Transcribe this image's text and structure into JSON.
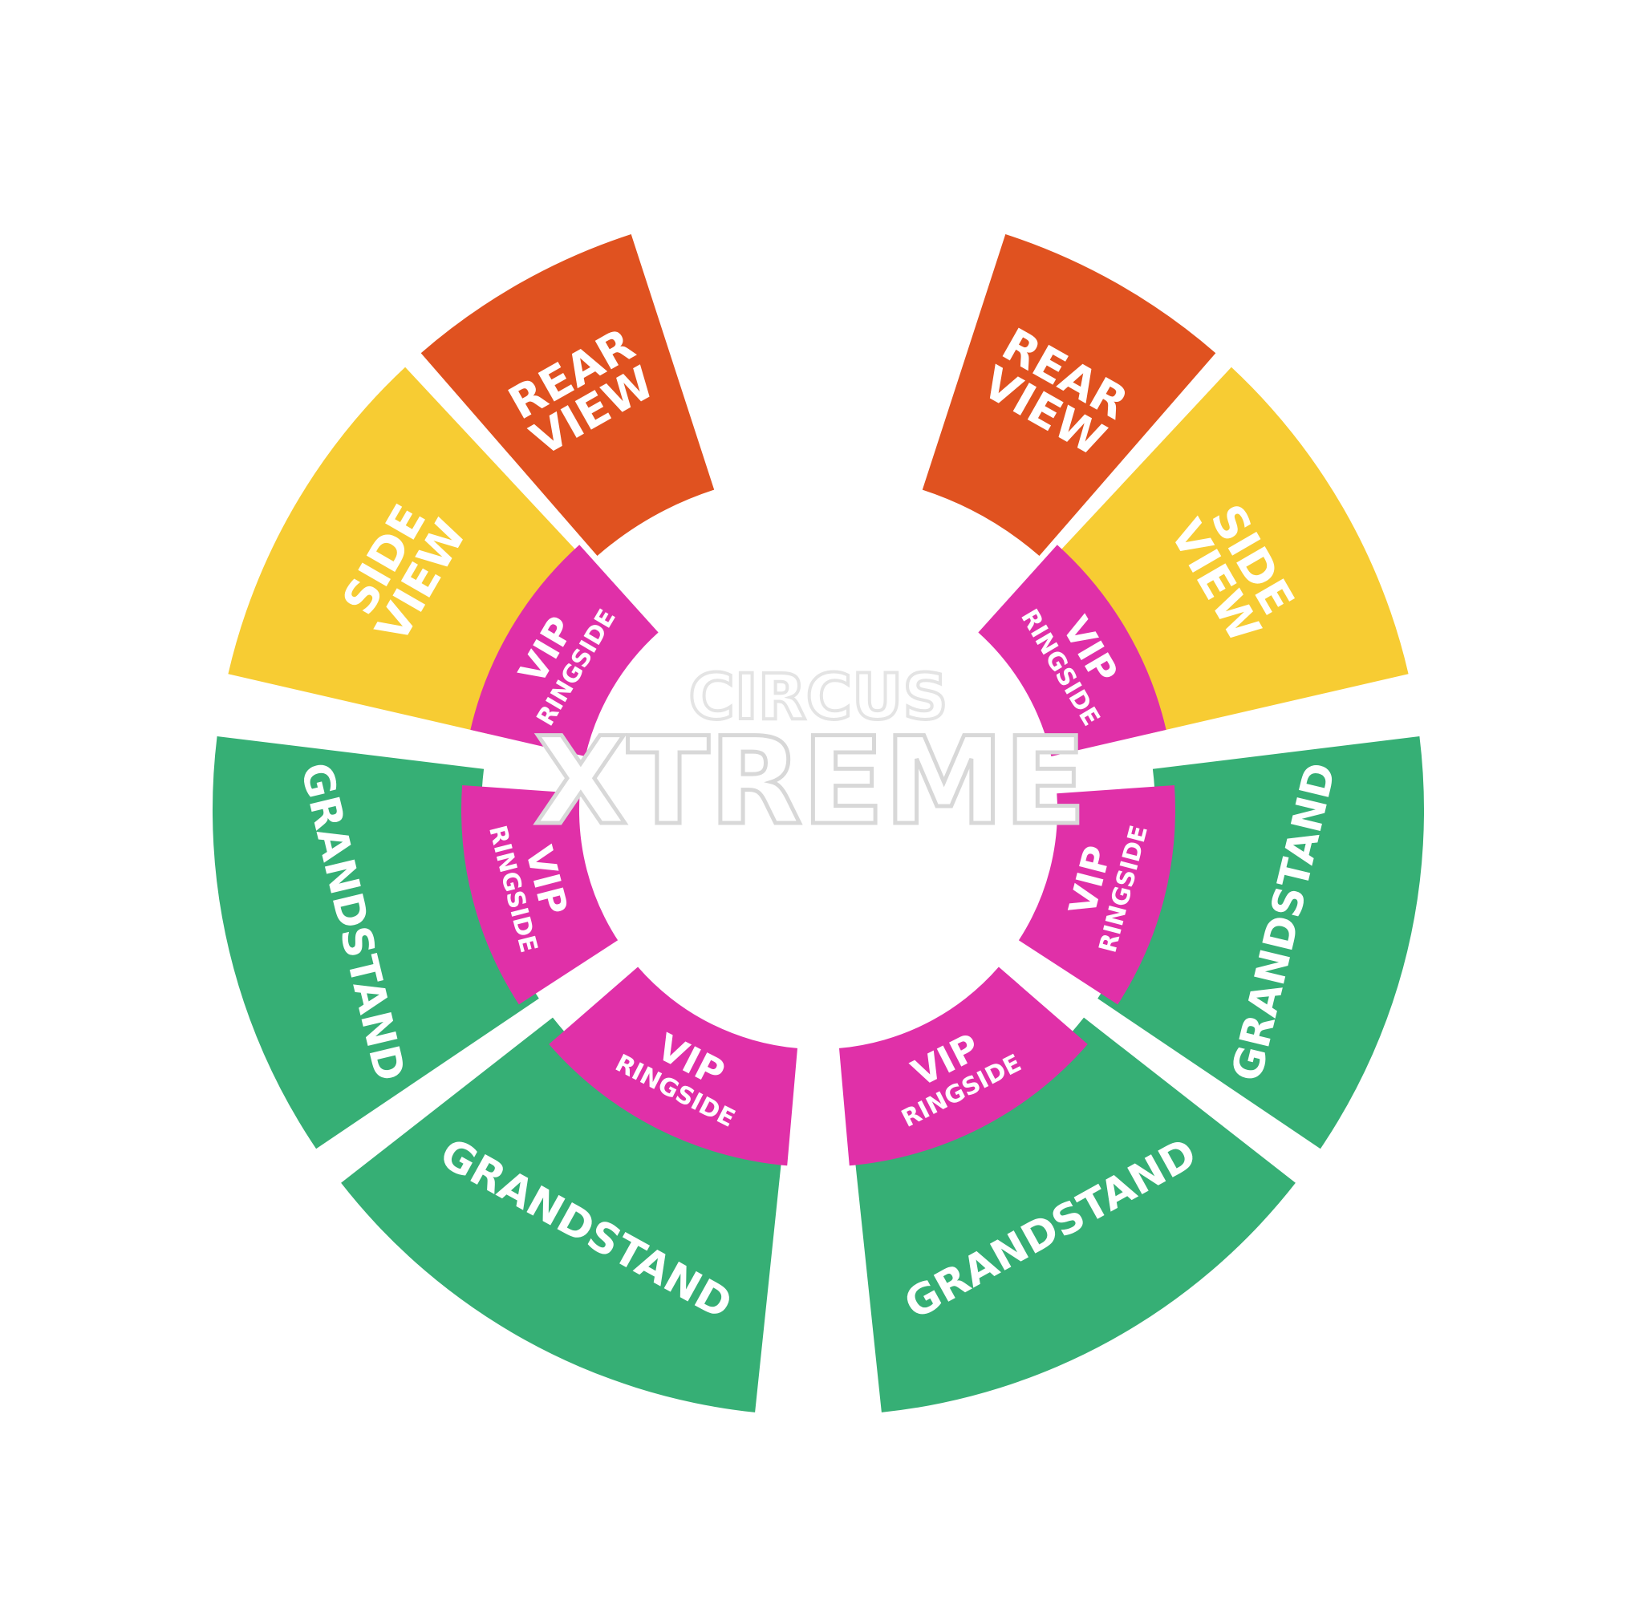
{
  "logo": {
    "line1": "CIRCUS",
    "line2": "XTREME"
  },
  "colors": {
    "rear_view": "#E05220",
    "side_view": "#F7CC33",
    "grandstand": "#36AF75",
    "vip_ringside": "#E030A8",
    "background": "#FFFFFF"
  },
  "sections": {
    "rear_view": {
      "line1": "REAR",
      "line2": "VIEW"
    },
    "side_view": {
      "line1": "SIDE",
      "line2": "VIEW"
    },
    "grandstand": {
      "label": "GRANDSTAND"
    },
    "vip_ringside": {
      "line1": "VIP",
      "line2": "RINGSIDE"
    }
  }
}
